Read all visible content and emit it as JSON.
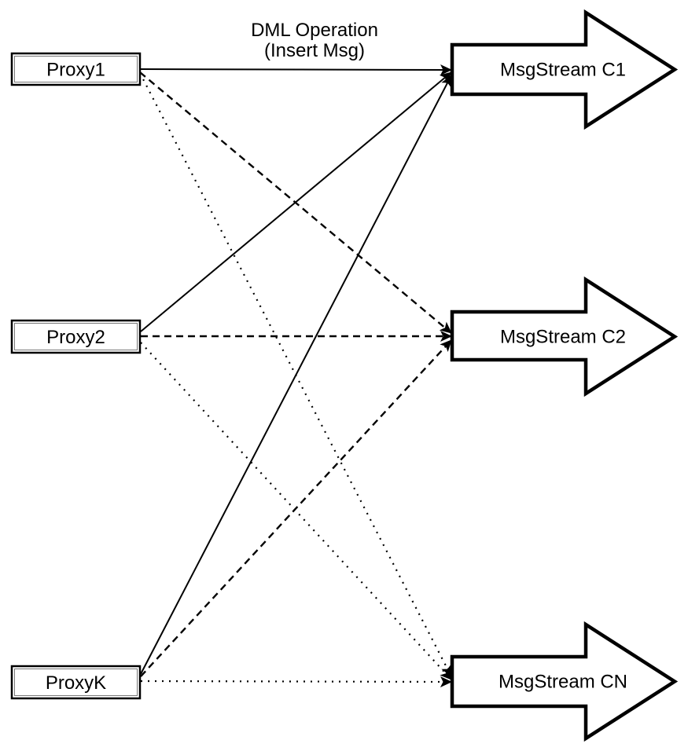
{
  "diagram": {
    "title_label": {
      "line1": "DML Operation",
      "line2": "(Insert Msg)"
    },
    "proxies": [
      {
        "id": "proxy1",
        "label": "Proxy1"
      },
      {
        "id": "proxy2",
        "label": "Proxy2"
      },
      {
        "id": "proxyk",
        "label": "ProxyK"
      }
    ],
    "streams": [
      {
        "id": "c1",
        "label": "MsgStream C1"
      },
      {
        "id": "c2",
        "label": "MsgStream C2"
      },
      {
        "id": "cn",
        "label": "MsgStream CN"
      }
    ],
    "edges": [
      {
        "from": "proxy1",
        "to": "c1",
        "style": "solid",
        "label": "DML Operation (Insert Msg)"
      },
      {
        "from": "proxy1",
        "to": "c2",
        "style": "dashed",
        "label": ""
      },
      {
        "from": "proxy1",
        "to": "cn",
        "style": "dotted",
        "label": ""
      },
      {
        "from": "proxy2",
        "to": "c1",
        "style": "solid",
        "label": ""
      },
      {
        "from": "proxy2",
        "to": "c2",
        "style": "dashed",
        "label": ""
      },
      {
        "from": "proxy2",
        "to": "cn",
        "style": "dotted",
        "label": ""
      },
      {
        "from": "proxyk",
        "to": "c1",
        "style": "solid",
        "label": ""
      },
      {
        "from": "proxyk",
        "to": "c2",
        "style": "dashed",
        "label": ""
      },
      {
        "from": "proxyk",
        "to": "cn",
        "style": "dotted",
        "label": ""
      }
    ],
    "colors": {
      "stroke": "#000000",
      "fill": "#ffffff",
      "background": "#ffffff"
    }
  }
}
